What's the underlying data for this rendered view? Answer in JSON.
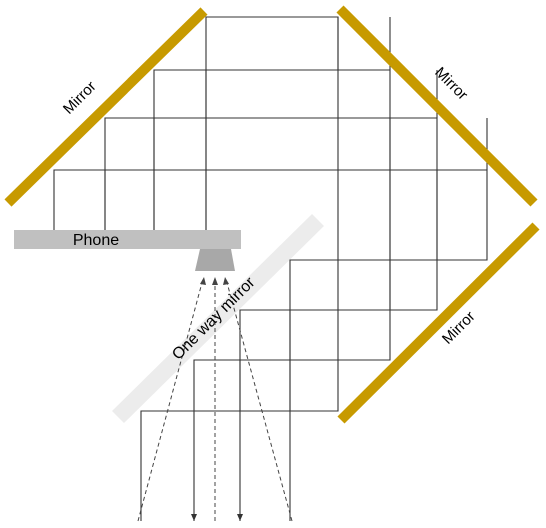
{
  "labels": {
    "mirror_top_left": "Mirror",
    "mirror_top_right": "Mirror",
    "mirror_bottom_right": "Mirror",
    "phone": "Phone",
    "one_way_mirror": "One way mirror"
  },
  "colors": {
    "mirror": "#c79a00",
    "phone": "#c0c0c0",
    "camera": "#a8a8a8",
    "one_way_mirror": "#ececec",
    "ray": "#333333"
  }
}
